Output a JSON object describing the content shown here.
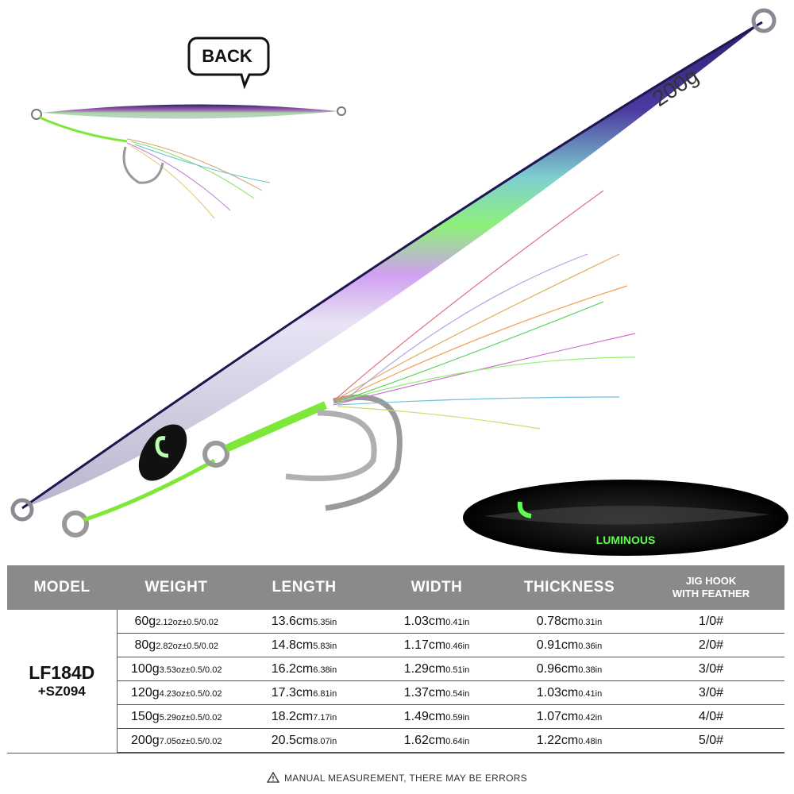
{
  "back_label": "BACK",
  "weight_marking": "200g",
  "luminous_label": "LUMINOUS",
  "table": {
    "headers": [
      "MODEL",
      "WEIGHT",
      "LENGTH",
      "WIDTH",
      "THICKNESS"
    ],
    "hook_header": [
      "JIG HOOK",
      "WITH FEATHER"
    ],
    "model": [
      "LF184D",
      "+SZ094"
    ],
    "rows": [
      {
        "w": "60g",
        "w2": "2.12oz±0.5/0.02",
        "l": "13.6cm",
        "l2": "5.35in",
        "wd": "1.03cm",
        "wd2": "0.41in",
        "t": "0.78cm",
        "t2": "0.31in",
        "h": "1/0#"
      },
      {
        "w": "80g",
        "w2": "2.82oz±0.5/0.02",
        "l": "14.8cm",
        "l2": "5.83in",
        "wd": "1.17cm",
        "wd2": "0.46in",
        "t": "0.91cm",
        "t2": "0.36in",
        "h": "2/0#"
      },
      {
        "w": "100g",
        "w2": "3.53oz±0.5/0.02",
        "l": "16.2cm",
        "l2": "6.38in",
        "wd": "1.29cm",
        "wd2": "0.51in",
        "t": "0.96cm",
        "t2": "0.38in",
        "h": "3/0#"
      },
      {
        "w": "120g",
        "w2": "4.23oz±0.5/0.02",
        "l": "17.3cm",
        "l2": "6.81in",
        "wd": "1.37cm",
        "wd2": "0.54in",
        "t": "1.03cm",
        "t2": "0.41in",
        "h": "3/0#"
      },
      {
        "w": "150g",
        "w2": "5.29oz±0.5/0.02",
        "l": "18.2cm",
        "l2": "7.17in",
        "wd": "1.49cm",
        "wd2": "0.59in",
        "t": "1.07cm",
        "t2": "0.42in",
        "h": "4/0#"
      },
      {
        "w": "200g",
        "w2": "7.05oz±0.5/0.02",
        "l": "20.5cm",
        "l2": "8.07in",
        "wd": "1.62cm",
        "wd2": "0.64in",
        "t": "1.22cm",
        "t2": "0.48in",
        "h": "5/0#"
      }
    ]
  },
  "note": "MANUAL MEASUREMENT, THERE MAY BE ERRORS",
  "colors": {
    "header_bg": "#8a8a8a",
    "lure_back": "#2e2470",
    "glow": "#5dff4a",
    "line_green": "#7de83a"
  }
}
